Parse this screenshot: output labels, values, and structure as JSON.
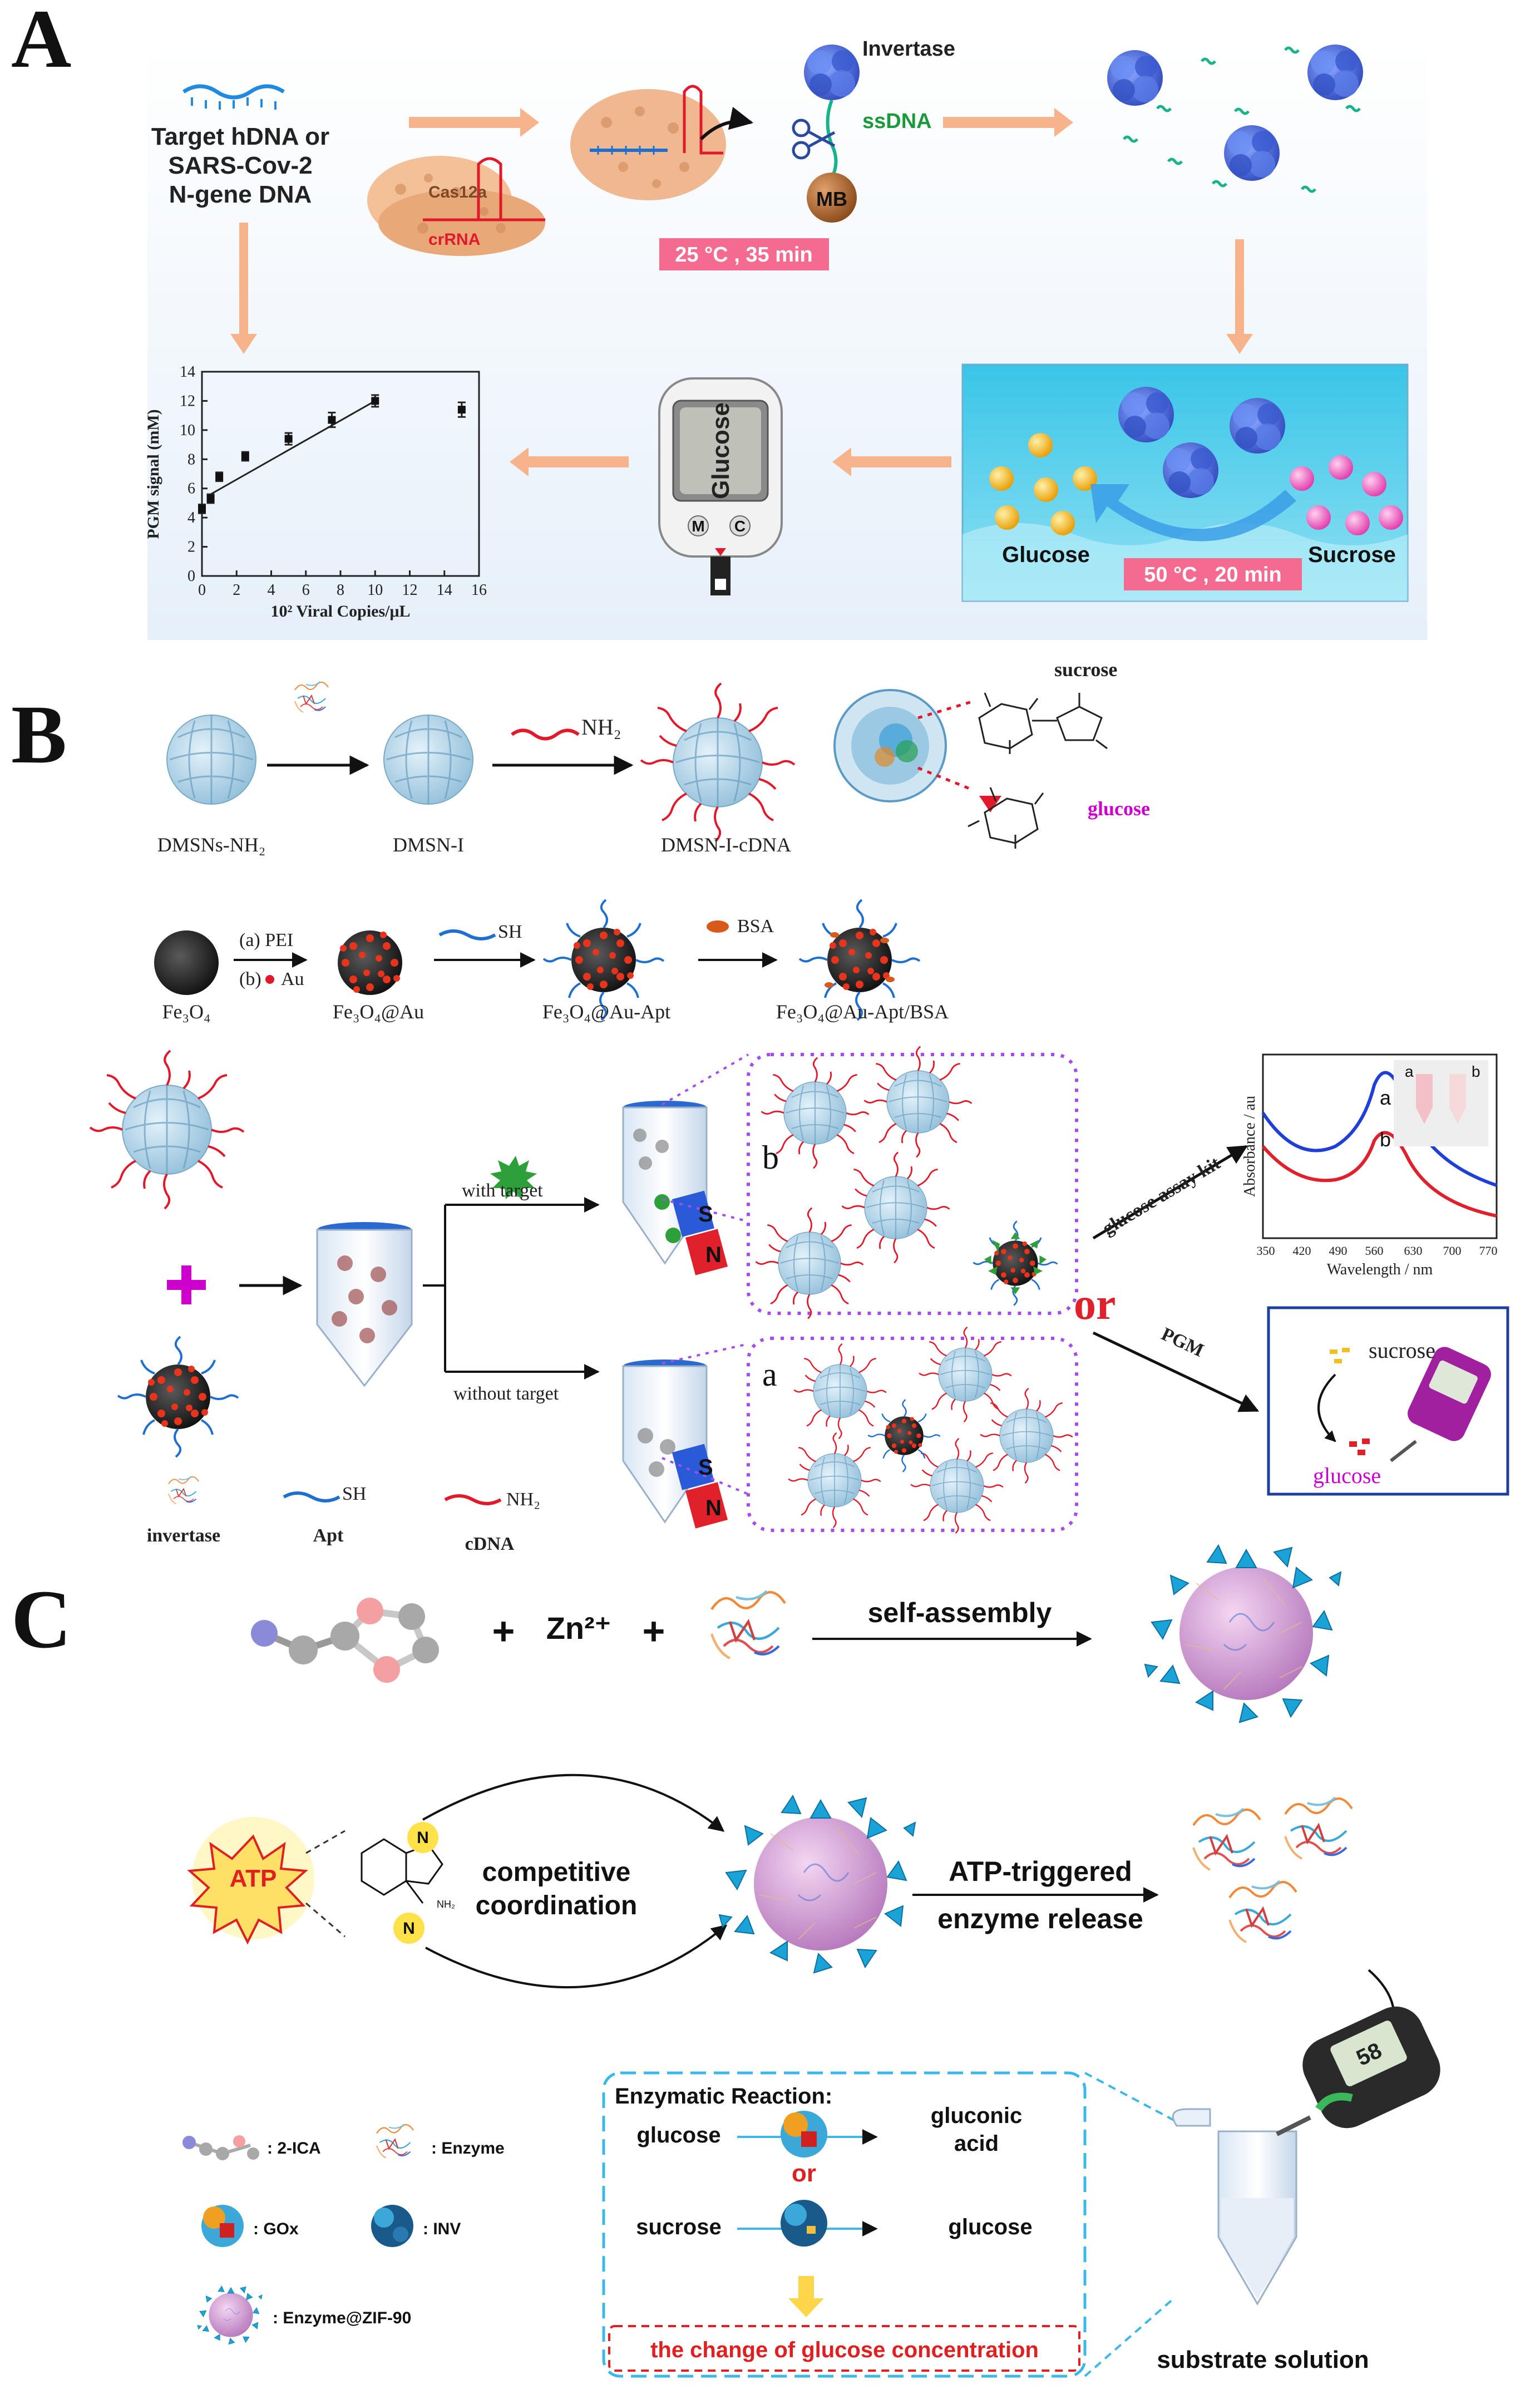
{
  "figure": {
    "panel_letters": [
      "A",
      "B",
      "C"
    ]
  },
  "panelA": {
    "target_label": [
      "Target hDNA or",
      "SARS-Cov-2",
      "N-gene DNA"
    ],
    "cas_label": "Cas12a",
    "crrna_label": "crRNA",
    "invertase_label": "Invertase",
    "ssdna_label": "ssDNA",
    "mb_label": "MB",
    "condition1": "25 °C , 35 min",
    "glucose_label": "Glucose",
    "sucrose_label": "Sucrose",
    "condition2": "50 °C , 20 min",
    "meter_screen": "Glucose",
    "meter_btn_m": "M",
    "meter_btn_c": "C",
    "colors": {
      "arrow": "#f7b48a",
      "tag": "#f56a8f",
      "green": "#1a9a3a",
      "red": "#e01a2a",
      "blue_protein": "#4a6fd6"
    }
  },
  "chart_data": {
    "type": "scatter",
    "title": "",
    "xlabel": "10² Viral Copies/μL",
    "ylabel": "PGM signal (mM)",
    "xlim": [
      0,
      16
    ],
    "ylim": [
      0,
      14
    ],
    "xticks": [
      "0",
      "2",
      "4",
      "6",
      "8",
      "10",
      "12",
      "14",
      "16"
    ],
    "yticks": [
      "0",
      "2",
      "4",
      "6",
      "8",
      "10",
      "12",
      "14"
    ],
    "series": [
      {
        "x": [
          0,
          0.5,
          1,
          2.5,
          5,
          7.5,
          10,
          15
        ],
        "y": [
          4.6,
          5.3,
          6.8,
          8.2,
          9.4,
          10.7,
          12.0,
          11.4
        ],
        "err": [
          0.3,
          0.3,
          0.3,
          0.3,
          0.4,
          0.5,
          0.4,
          0.5
        ]
      }
    ],
    "fit_line": {
      "x": [
        0.5,
        10
      ],
      "y": [
        5.6,
        12.0
      ]
    }
  },
  "panelB": {
    "step_labels": [
      "DMSNs-NH₂",
      "DMSN-I",
      "DMSN-I-cDNA"
    ],
    "nh2_label": "NH₂",
    "sucrose_label": "sucrose",
    "glucose_label": "glucose",
    "pei_label": "(a) PEI",
    "au_label": "(b)",
    "au_text": "Au",
    "sh_label": "SH",
    "bsa_label": "BSA",
    "fe_labels": [
      "Fe₃O₄",
      "Fe₃O₄@Au",
      "Fe₃O₄@Au-Apt",
      "Fe₃O₄@Au-Apt/BSA"
    ],
    "with_target": "with target",
    "without_target": "without target",
    "box_b_letter": "b",
    "box_a_letter": "a",
    "glucose_kit": "glucose assay kit",
    "or_text": "or",
    "pgm_label": "PGM",
    "magnet_s": "S",
    "magnet_n": "N",
    "legend": [
      "invertase",
      "Apt",
      "cDNA"
    ],
    "legend_sh": "SH",
    "legend_nh2": "NH₂",
    "pgm_sucrose": "sucrose",
    "pgm_glucose": "glucose",
    "spectrum": {
      "xlabel": "Wavelength / nm",
      "ylabel": "Absorbance / au",
      "xticks": [
        "350",
        "420",
        "490",
        "560",
        "630",
        "700",
        "770"
      ],
      "curve_labels": [
        "a",
        "b"
      ],
      "vial_labels": [
        "a",
        "b"
      ]
    },
    "colors": {
      "magenta": "#cc00cc",
      "purple_dash": "#a54cf0",
      "blue": "#1f3fd6",
      "red": "#e0202a",
      "green": "#2ea03a"
    }
  },
  "panelC": {
    "zn_label": "Zn²⁺",
    "self_assembly": "self-assembly",
    "atp_label": "ATP",
    "competitive": [
      "competitive",
      "coordination"
    ],
    "nh2_small": "NH₂",
    "n_label": "N",
    "atp_release": [
      "ATP-triggered",
      "enzyme release"
    ],
    "enzymatic_title": "Enzymatic Reaction:",
    "reaction1": {
      "left": "glucose",
      "right": [
        "gluconic",
        "acid"
      ]
    },
    "or_text": "or",
    "reaction2": {
      "left": "sucrose",
      "right": "glucose"
    },
    "change_text": "the change of glucose concentration",
    "substrate": "substrate solution",
    "meter_reading": "58",
    "legend": [
      ": 2-ICA",
      ": Enzyme",
      ": GOx",
      ": INV",
      ": Enzyme@ZIF-90"
    ],
    "colors": {
      "cyan_dash": "#3cb8e8",
      "red_dash": "#e02020",
      "atp_fill": "#ffe066",
      "zif": "#d39ad8"
    }
  }
}
